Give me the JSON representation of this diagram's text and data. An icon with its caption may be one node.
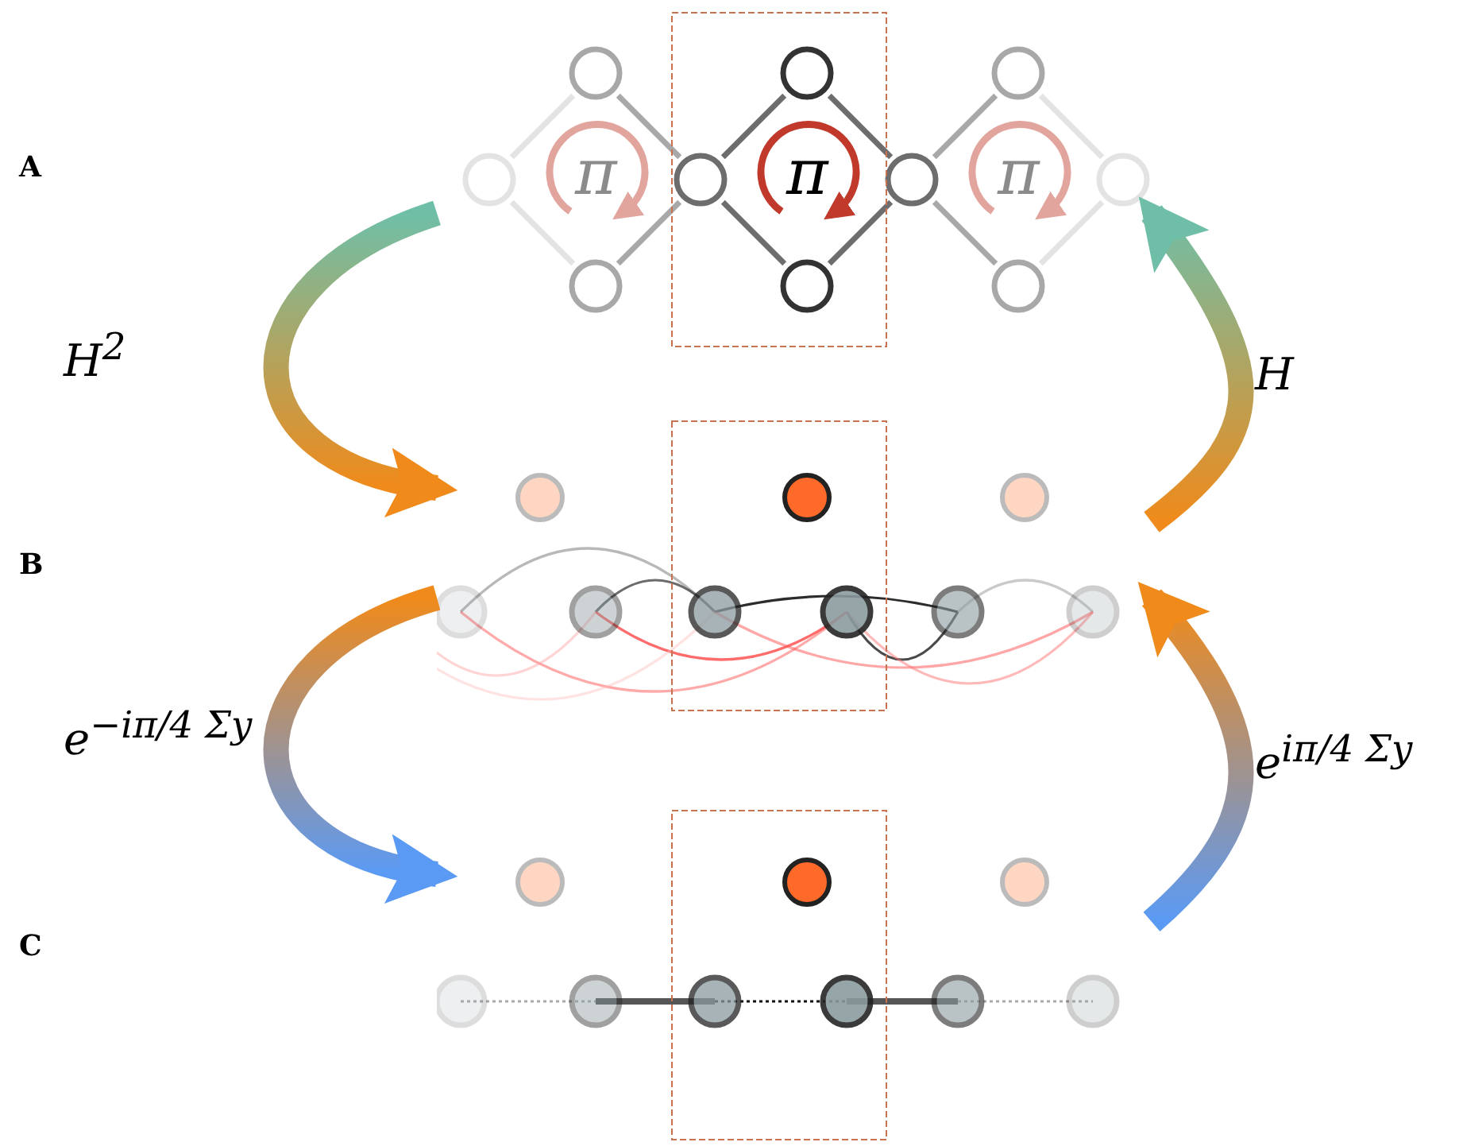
{
  "diagram": {
    "nodes": [
      {
        "text": [
          "π",
          "π",
          "π"
        ]
      },
      {
        "text": [],
        "shape": "picture"
      },
      {
        "text": [],
        "shape": "picture"
      }
    ],
    "edges": [
      {
        "from": 0,
        "to": 1,
        "arrow": "to",
        "label": "H$^{2}$"
      },
      {
        "from": 1,
        "to": 0,
        "arrow": "to",
        "label": "H"
      },
      {
        "from": 1,
        "to": 2,
        "arrow": "to",
        "label": "e$^{−iπ/4 Σy}$"
      },
      {
        "from": 2,
        "to": 1,
        "arrow": "to",
        "label": "e$^{iπ/4 Σy}$"
      }
    ],
    "labels": [
      "A",
      "B",
      "C"
    ]
  }
}
